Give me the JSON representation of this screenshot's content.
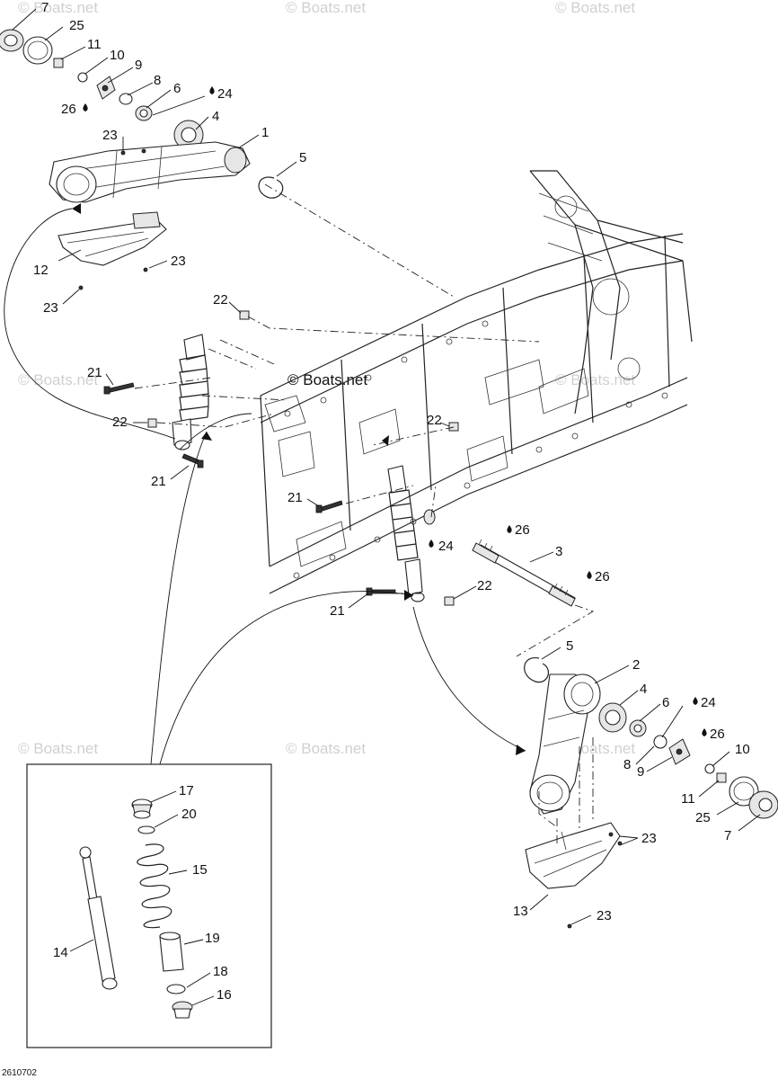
{
  "watermark": {
    "text": "© Boats.net"
  },
  "drawing_code": "2610702",
  "callouts": {
    "c1": "1",
    "c2": "2",
    "c3": "3",
    "c4a": "4",
    "c4b": "4",
    "c5a": "5",
    "c5b": "5",
    "c6a": "6",
    "c6b": "6",
    "c7a": "7",
    "c7b": "7",
    "c8a": "8",
    "c8b": "8",
    "c9a": "9",
    "c9b": "9",
    "c10a": "10",
    "c10b": "10",
    "c11a": "11",
    "c11b": "11",
    "c12": "12",
    "c13": "13",
    "c14": "14",
    "c15": "15",
    "c16": "16",
    "c17": "17",
    "c18": "18",
    "c19": "19",
    "c20": "20",
    "c21a": "21",
    "c21b": "21",
    "c21c": "21",
    "c21d": "21",
    "c22a": "22",
    "c22b": "22",
    "c22c": "22",
    "c22d": "22",
    "c23a": "23",
    "c23b": "23",
    "c23c": "23",
    "c23d": "23",
    "c23e": "23",
    "c24a": "24",
    "c24b": "24",
    "c24c": "24",
    "c25a": "25",
    "c25b": "25",
    "c26a": "26",
    "c26b": "26",
    "c26c": "26",
    "c26d": "26"
  }
}
